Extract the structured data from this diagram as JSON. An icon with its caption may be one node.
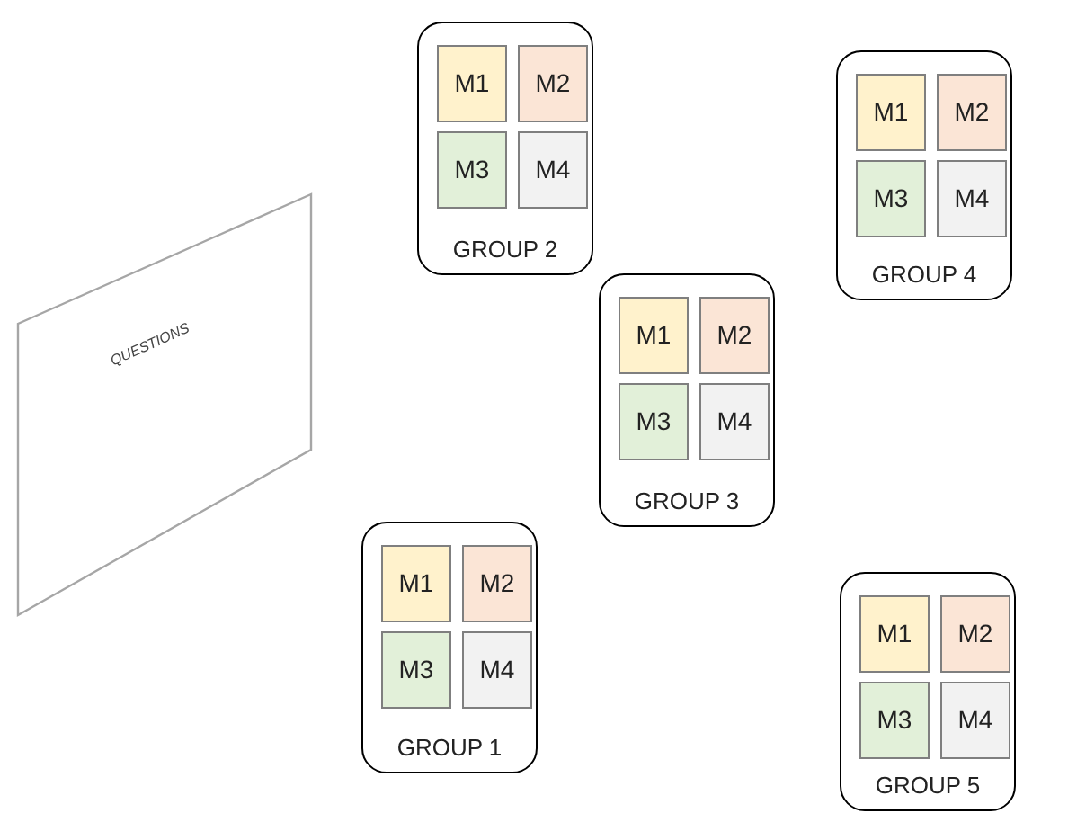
{
  "diagram": {
    "nodes": [
      {
        "text": [
          "GROUP 2"
        ]
      },
      {
        "text": [
          "M1"
        ],
        "in": 0
      },
      {
        "text": [
          "M2"
        ],
        "in": 0
      },
      {
        "text": [
          "M3"
        ],
        "in": 0
      },
      {
        "text": [
          "M4"
        ],
        "in": 0
      },
      {
        "text": [
          "GROUP 4"
        ]
      },
      {
        "text": [
          "M1"
        ],
        "in": 5
      },
      {
        "text": [
          "M2"
        ],
        "in": 5
      },
      {
        "text": [
          "M3"
        ],
        "in": 5
      },
      {
        "text": [
          "M4"
        ],
        "in": 5
      },
      {
        "text": [
          "QUESTIONS"
        ]
      },
      {
        "text": [
          "GROUP 3"
        ]
      },
      {
        "text": [
          "M1"
        ],
        "in": 11
      },
      {
        "text": [
          "M2"
        ],
        "in": 11
      },
      {
        "text": [
          "M3"
        ],
        "in": 11
      },
      {
        "text": [
          "M4"
        ],
        "in": 11
      },
      {
        "text": [
          "GROUP 1"
        ]
      },
      {
        "text": [
          "M1"
        ],
        "in": 16
      },
      {
        "text": [
          "M2"
        ],
        "in": 16
      },
      {
        "text": [
          "M3"
        ],
        "in": 16
      },
      {
        "text": [
          "M4"
        ],
        "in": 16
      },
      {
        "text": [
          "GROUP 5"
        ]
      },
      {
        "text": [
          "M1"
        ],
        "in": 21
      },
      {
        "text": [
          "M2"
        ],
        "in": 21
      },
      {
        "text": [
          "M3"
        ],
        "in": 21
      },
      {
        "text": [
          "M4"
        ],
        "in": 21
      }
    ]
  }
}
